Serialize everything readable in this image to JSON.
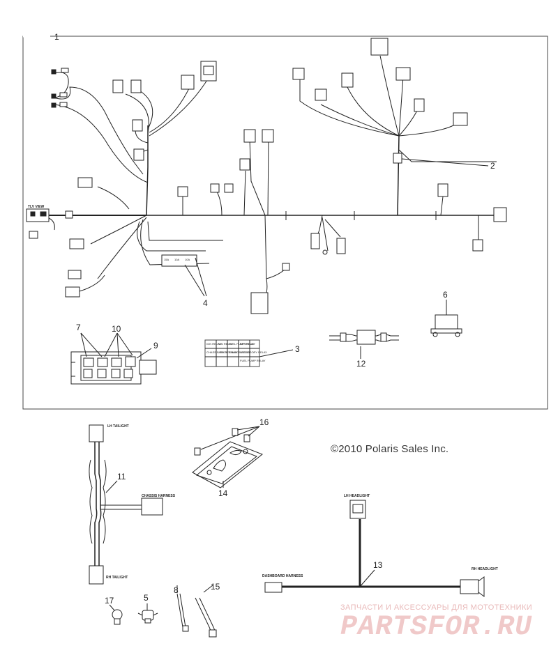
{
  "callouts": {
    "c1": "1",
    "c2": "2",
    "c3": "3",
    "c4": "4",
    "c5": "5",
    "c6": "6",
    "c7": "7",
    "c8": "8",
    "c9": "9",
    "c10": "10",
    "c11": "11",
    "c12": "12",
    "c13": "13",
    "c14": "14",
    "c15": "15",
    "c16": "16",
    "c17": "17"
  },
  "connector_labels": {
    "lh_taillight_top": "LH TAILIGHT",
    "chassis_harness": "CHASSIS HARNESS",
    "rh_taillight": "RH TAILIGHT",
    "lh_headlight": "LH HEADLIGHT",
    "rh_headlight": "RH HEADLIGHT",
    "dashboard_harness": "DASHBOARD HARNESS",
    "tail_view": "TLV VIEW"
  },
  "relay_label_grid": [
    [
      "IGN RELAY",
      "FAN RELAY",
      "FUEL PUMP RELAY",
      "EPS RELAY",
      ""
    ],
    [
      "CHASSIS RELAY",
      "LIGHTS RELAY",
      "CHARGE RELAY",
      "ACCESSORY RELAY",
      ""
    ],
    [
      "",
      "",
      "",
      "FUEL PUMP RELAY",
      ""
    ]
  ],
  "fuse_labels": [
    "15A",
    "10A",
    "10A"
  ],
  "copyright": "©2010 Polaris Sales Inc.",
  "watermark": {
    "subtitle": "ЗАПЧАСТИ И АКСЕССУАРЫ ДЛЯ МОТОТЕХНИКИ",
    "logo": "PARTSFOR.RU"
  }
}
